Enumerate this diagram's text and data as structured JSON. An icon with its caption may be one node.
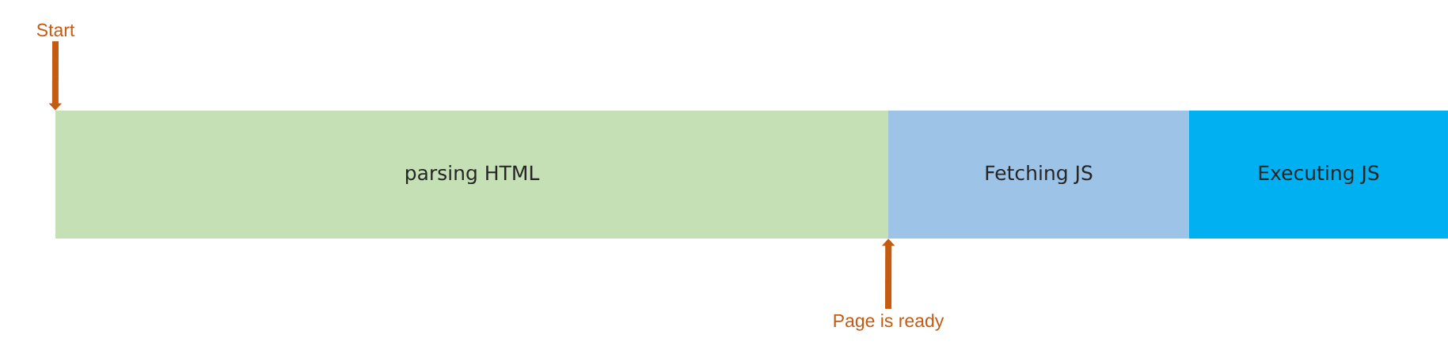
{
  "diagram": {
    "nodes": [
      {
        "text": [
          "Start"
        ]
      },
      {
        "text": [
          "parsing HTML"
        ]
      },
      {
        "text": [
          "Fetching JS"
        ]
      },
      {
        "text": [
          "Executing JS"
        ]
      },
      {
        "text": [
          "Page is ready"
        ]
      }
    ],
    "edges": [
      {
        "from": 0,
        "to": 1,
        "arrow": "to"
      },
      {
        "from": 4,
        "to": 1,
        "arrow": "to"
      }
    ]
  }
}
